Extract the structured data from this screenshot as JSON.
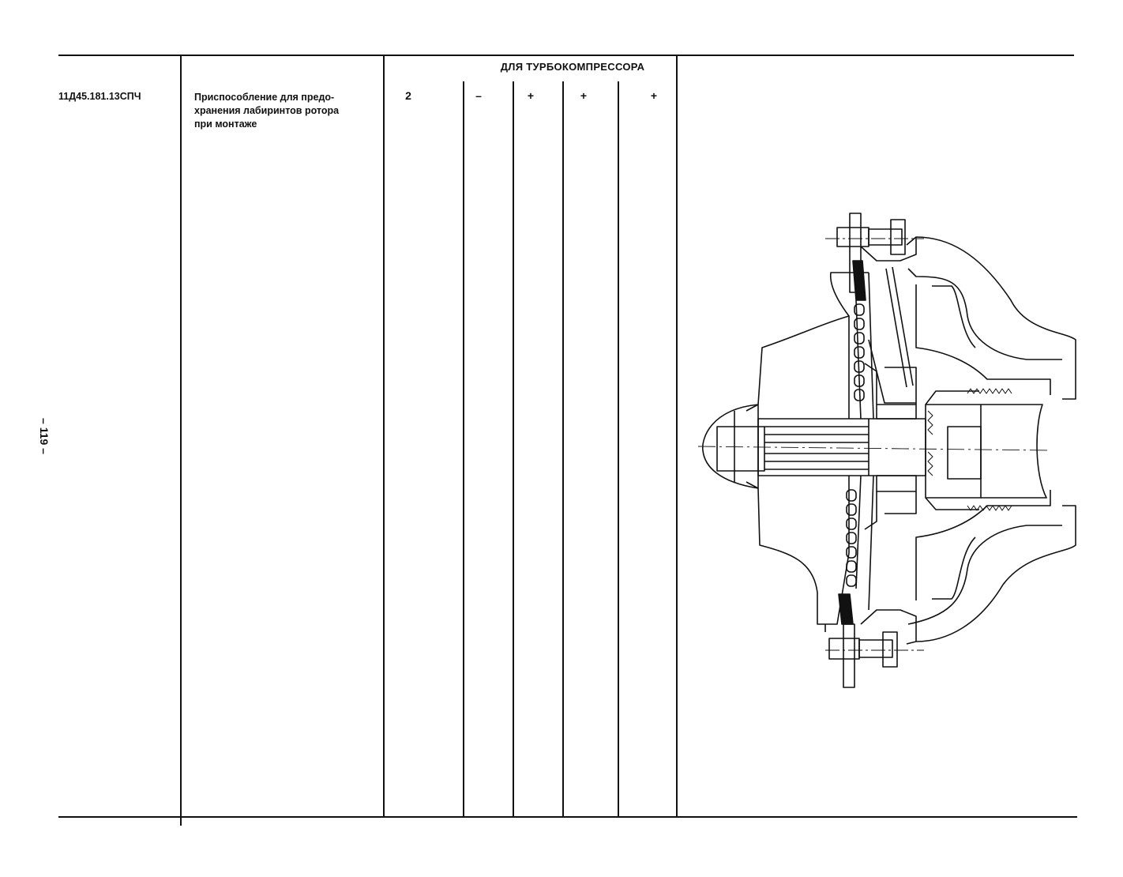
{
  "page": {
    "number": "– 119 –"
  },
  "table": {
    "section_title": "ДЛЯ ТУРБОКОМПРЕССОРА",
    "row": {
      "part_number": "11Д45.181.13СПЧ",
      "description_lines": [
        "Приспособление для  предо-",
        "хранения лабиринтов ротора",
        "при монтаже"
      ],
      "quantity": "2",
      "marks": [
        "–",
        "+",
        "+",
        "+"
      ]
    }
  },
  "figure": {
    "subject": "technical-drawing-turbocharger-rotor-cross-section"
  }
}
